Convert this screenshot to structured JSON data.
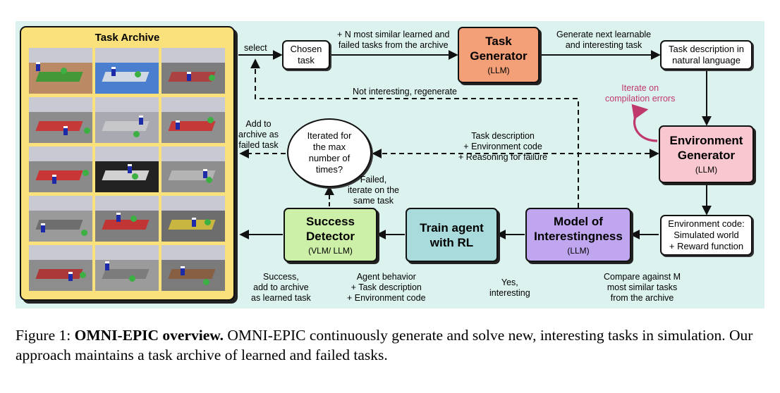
{
  "archive": {
    "title": "Task Archive",
    "thumbnails": [
      {
        "icon": "robot-scene-icon",
        "bg": "#b98a63",
        "accent": "#2f9a2f"
      },
      {
        "icon": "robot-scene-icon",
        "bg": "#4a7fd0",
        "accent": "#e8e8e8"
      },
      {
        "icon": "robot-scene-icon",
        "bg": "#7d7d7d",
        "accent": "#b33636"
      },
      {
        "icon": "robot-scene-icon",
        "bg": "#8c8c8c",
        "accent": "#cf2a2a"
      },
      {
        "icon": "robot-scene-icon",
        "bg": "#a9a9b2",
        "accent": "#cccccc"
      },
      {
        "icon": "robot-scene-icon",
        "bg": "#8f8f8f",
        "accent": "#cf2a2a"
      },
      {
        "icon": "robot-scene-icon",
        "bg": "#8a8a8a",
        "accent": "#d32727"
      },
      {
        "icon": "robot-scene-icon",
        "bg": "#222222",
        "accent": "#f0f0f0"
      },
      {
        "icon": "robot-scene-icon",
        "bg": "#8e8e8e",
        "accent": "#bbbbbb"
      },
      {
        "icon": "robot-scene-icon",
        "bg": "#9a9a9a",
        "accent": "#666666"
      },
      {
        "icon": "robot-scene-icon",
        "bg": "#7f7f7f",
        "accent": "#cc2828"
      },
      {
        "icon": "robot-scene-icon",
        "bg": "#6d6d6d",
        "accent": "#d8c33a"
      },
      {
        "icon": "robot-scene-icon",
        "bg": "#8d8d8d",
        "accent": "#b02a2a"
      },
      {
        "icon": "robot-scene-icon",
        "bg": "#9b9b9b",
        "accent": "#777777"
      },
      {
        "icon": "robot-scene-icon",
        "bg": "#7b7b7b",
        "accent": "#8a5a3a"
      }
    ]
  },
  "nodes": {
    "chosen_task": [
      "Chosen",
      "task"
    ],
    "task_generator": {
      "title": [
        "Task",
        "Generator"
      ],
      "sub": "(LLM)",
      "color": "#f39f78"
    },
    "task_description": [
      "Task description in",
      "natural language"
    ],
    "environment_generator": {
      "title": [
        "Environment",
        "Generator"
      ],
      "sub": "(LLM)",
      "color": "#f8c7cf"
    },
    "environment_code": [
      "Environment code:",
      "Simulated world",
      "+ Reward function"
    ],
    "model_of_interestingness": {
      "title": [
        "Model of",
        "Interestingness"
      ],
      "sub": "(LLM)",
      "color": "#c0a6ef"
    },
    "train_agent": {
      "title": [
        "Train agent",
        "with RL"
      ],
      "color": "#a9dbdc"
    },
    "success_detector": {
      "title": [
        "Success",
        "Detector"
      ],
      "sub": "(VLM/ LLM)",
      "color": "#ccf0a8"
    },
    "iterated": [
      "Iterated for",
      "the max",
      "number of",
      "times?"
    ]
  },
  "labels": {
    "select": "select",
    "similar_tasks": [
      "+ N most similar learned and",
      "failed tasks from the archive"
    ],
    "generate_next": [
      "Generate next learnable",
      "and interesting task"
    ],
    "not_interesting": "Not interesting, regenerate",
    "iterate_errors": [
      "Iterate on",
      "compilation errors"
    ],
    "add_failed": [
      "Add to",
      "archive as",
      "failed task"
    ],
    "task_env_reason": [
      "Task description",
      "+ Environment code",
      "+ Reasoning for failure"
    ],
    "failed_iterate": [
      "Failed,",
      "iterate on the",
      "same task"
    ],
    "success_add": [
      "Success,",
      "add to archive",
      "as learned task"
    ],
    "agent_behavior": [
      "Agent behavior",
      "+ Task description",
      "+ Environment code"
    ],
    "yes_interesting": [
      "Yes,",
      "interesting"
    ],
    "compare": [
      "Compare against M",
      "most similar tasks",
      "from the archive"
    ]
  },
  "colors": {
    "background": "#dcf2ef",
    "archive": "#fbe17b",
    "iterate_arrow": "#c0396b"
  },
  "caption": {
    "prefix": "Figure 1: ",
    "bold": "OMNI-EPIC overview.",
    "text": " OMNI-EPIC continuously generate and solve new, interesting tasks in simulation. Our approach maintains a task archive of learned and failed tasks."
  }
}
